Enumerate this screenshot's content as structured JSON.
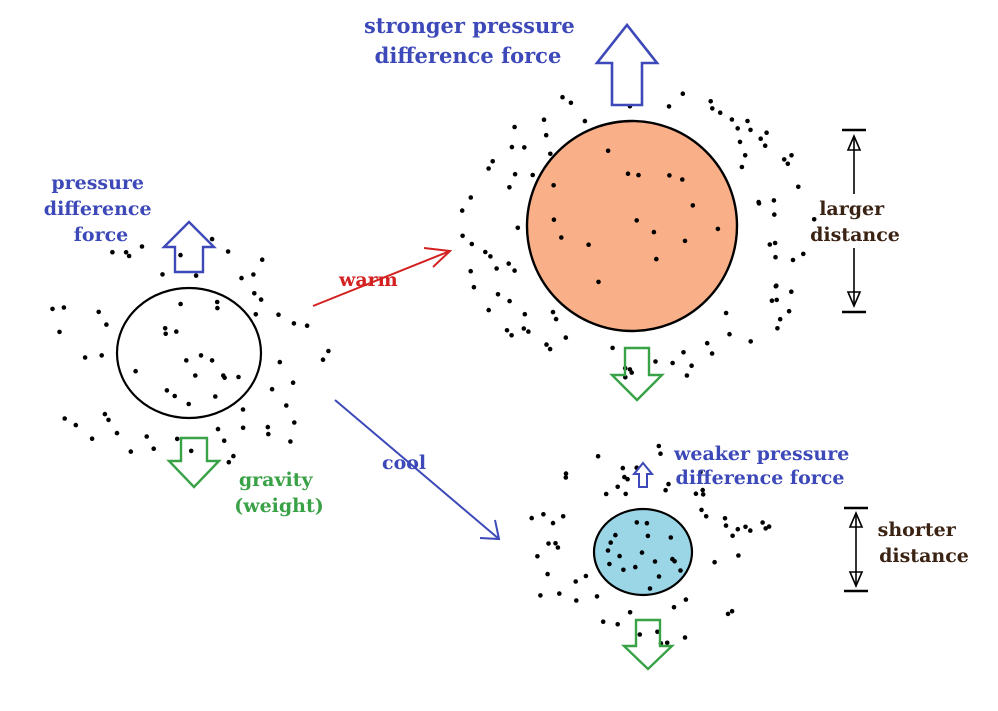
{
  "labels": {
    "pressure_force_left": [
      "pressure",
      "difference",
      "force"
    ],
    "gravity": [
      "gravity",
      "(weight)"
    ],
    "warm": "warm",
    "cool": "cool",
    "stronger_force": [
      "stronger pressure",
      "difference force"
    ],
    "weaker_force": [
      "weaker pressure",
      "difference force"
    ],
    "larger_distance": [
      "larger",
      "distance"
    ],
    "shorter_distance": [
      "shorter",
      "distance"
    ]
  },
  "colors": {
    "force_blue": "#3d49b8",
    "gravity_green": "#39a146",
    "warm_red": "#d32121",
    "distance_text": "#3b2314",
    "warm_parcel_fill": "#f9b088",
    "cool_parcel_fill": "#9ad6e6"
  },
  "parcels": [
    {
      "name": "original-parcel",
      "fill": "none"
    },
    {
      "name": "warm-parcel",
      "fill": "#f9b088"
    },
    {
      "name": "cool-parcel",
      "fill": "#9ad6e6"
    }
  ],
  "icons": [
    "up-arrow-icon",
    "down-arrow-icon",
    "warm-arrow-icon",
    "cool-arrow-icon",
    "distance-bracket-icon"
  ]
}
